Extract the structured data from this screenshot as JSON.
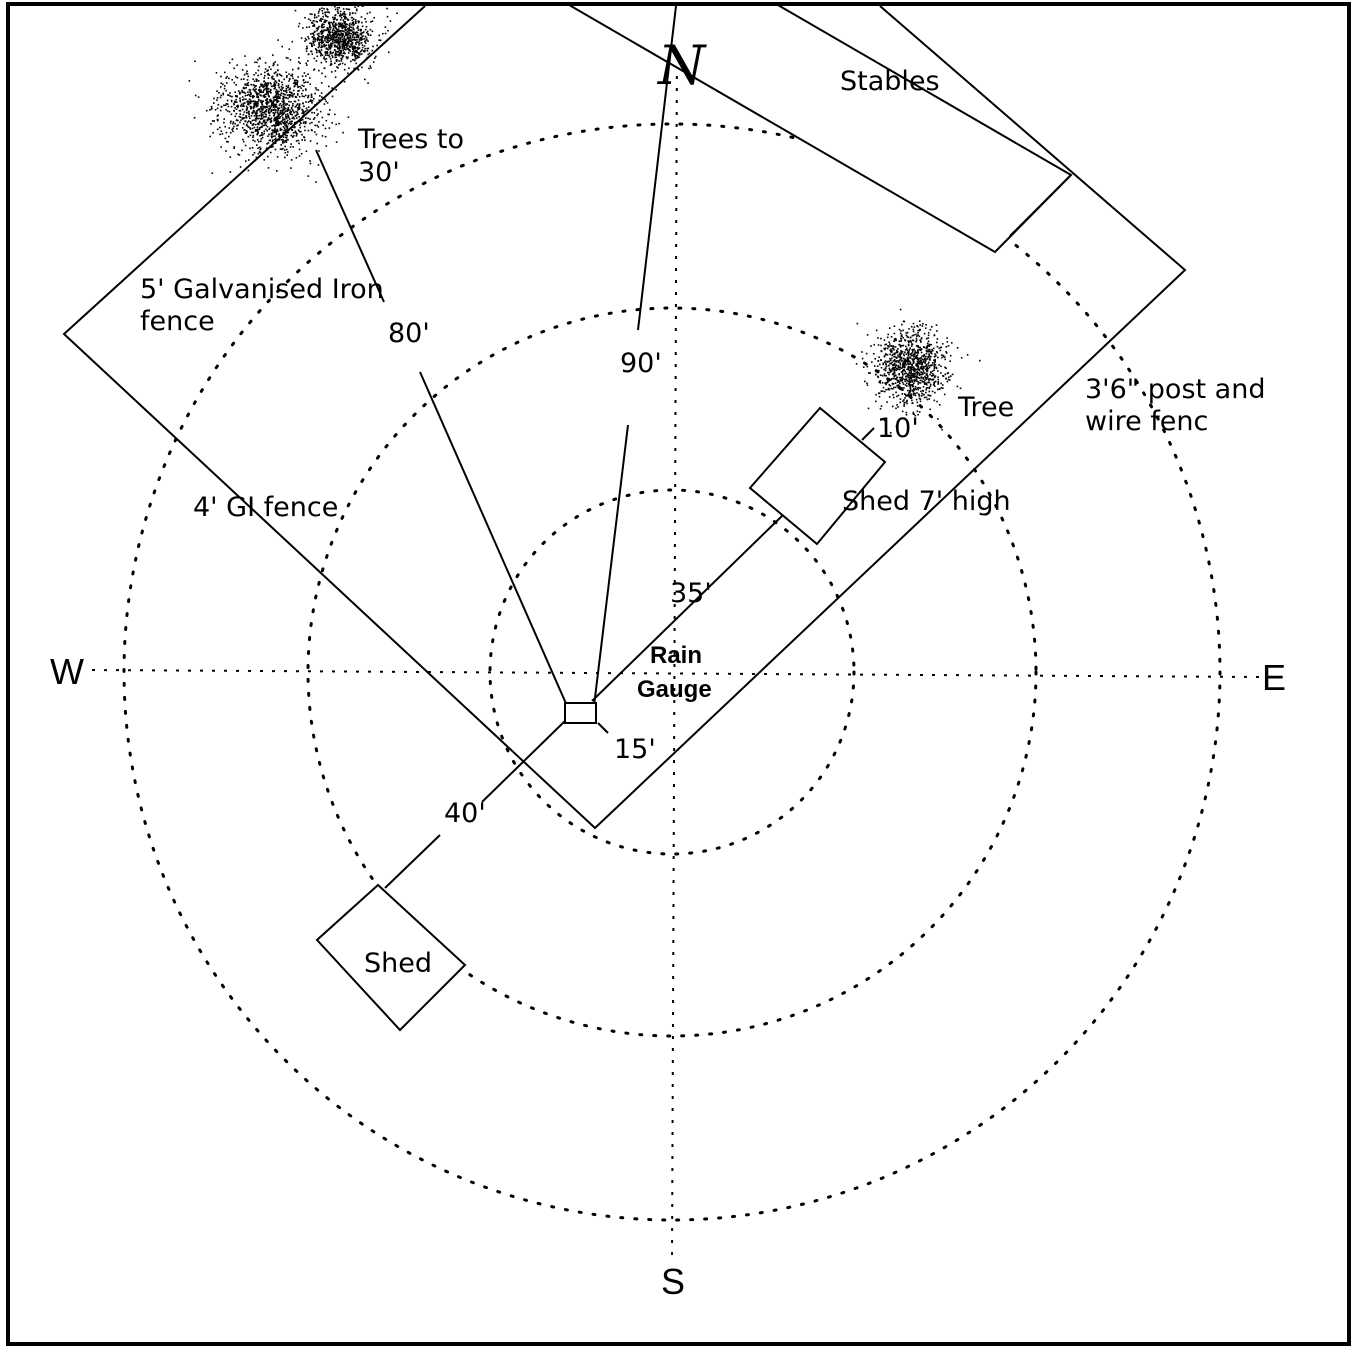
{
  "compass": {
    "north": "N",
    "south": "S",
    "east": "E",
    "west": "W"
  },
  "labels": {
    "stables": "Stables",
    "trees_line1": "Trees to",
    "trees_line2": "30'",
    "galv_fence_line1": "5' Galvanised Iron",
    "galv_fence_line2": "fence",
    "gi_fence": "4' GI fence",
    "post_wire_line1": "3'6\" post and",
    "post_wire_line2": "wire fenc",
    "tree": "Tree",
    "shed_high": "Shed 7' high",
    "shed": "Shed",
    "rain_gauge_line1": "Rain",
    "rain_gauge_line2": "Gauge"
  },
  "distances": {
    "d80": "80'",
    "d90": "90'",
    "d10": "10'",
    "d35": "35'",
    "d15": "15'",
    "d40": "40'"
  }
}
